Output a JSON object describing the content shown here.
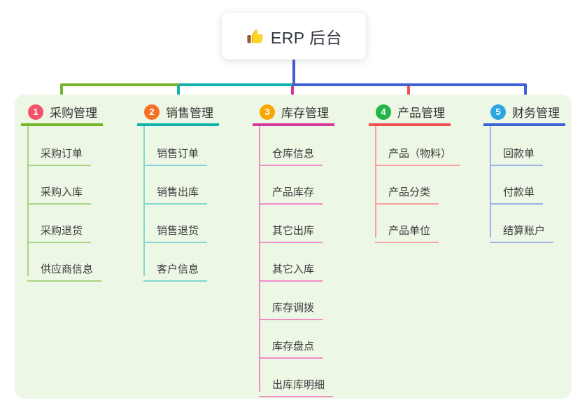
{
  "root": {
    "label": "ERP 后台",
    "icon": "thumbs-up-icon"
  },
  "colors": {
    "canvas": "#ffffff",
    "panel": "#edf7e6",
    "root_line": "#4a5ad0",
    "root_text": "#2f3542"
  },
  "branches": [
    {
      "badge": "1",
      "label": "采购管理",
      "badge_color": "#f4516c",
      "line_color": "#77b52c",
      "child_line_color": "#a6d383",
      "children": [
        "采购订单",
        "采购入库",
        "采购退货",
        "供应商信息"
      ]
    },
    {
      "badge": "2",
      "label": "销售管理",
      "badge_color": "#f57026",
      "line_color": "#12b2ac",
      "child_line_color": "#82d8d0",
      "children": [
        "销售订单",
        "销售出库",
        "销售退货",
        "客户信息"
      ]
    },
    {
      "badge": "3",
      "label": "库存管理",
      "badge_color": "#f7a700",
      "line_color": "#d8389e",
      "child_line_color": "#f08cc6",
      "children": [
        "仓库信息",
        "产品库存",
        "其它出库",
        "其它入库",
        "库存调拨",
        "库存盘点",
        "出库库明细"
      ]
    },
    {
      "badge": "4",
      "label": "产品管理",
      "badge_color": "#24b44a",
      "line_color": "#f3514f",
      "child_line_color": "#f8a19e",
      "children": [
        "产品（物料）",
        "产品分类",
        "产品单位"
      ]
    },
    {
      "badge": "5",
      "label": "财务管理",
      "badge_color": "#2ba6e0",
      "line_color": "#3e61d5",
      "child_line_color": "#9cb0ea",
      "children": [
        "回款单",
        "付款单",
        "结算账户"
      ]
    }
  ]
}
